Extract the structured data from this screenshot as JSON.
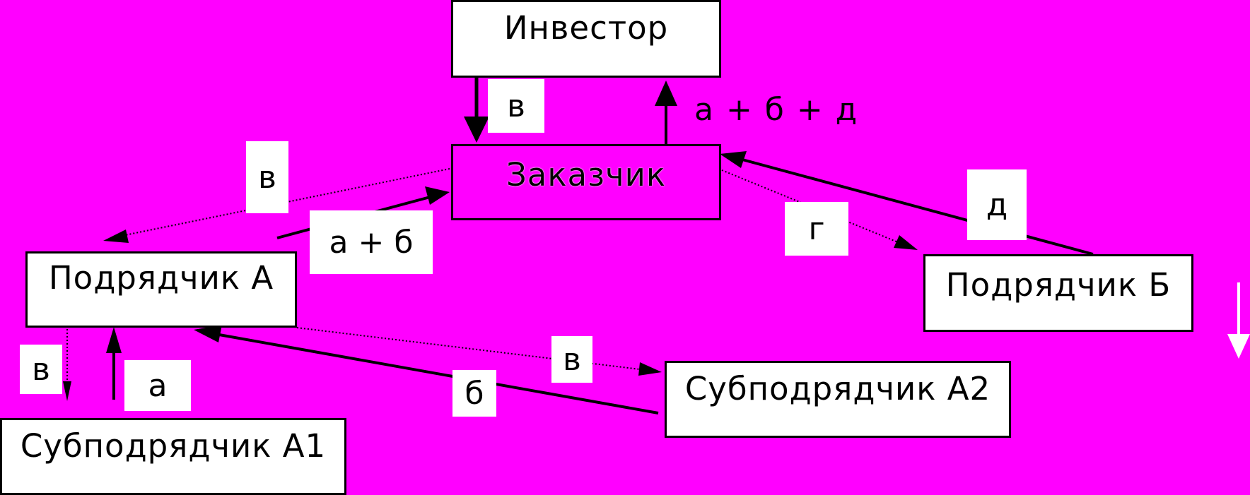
{
  "diagram": {
    "nodes": {
      "investor": "Инвестор",
      "customer": "Заказчик",
      "contractor_a": "Подрядчик А",
      "contractor_b": "Подрядчик Б",
      "sub_a1": "Субподрядчик А1",
      "sub_a2": "Субподрядчик А2"
    },
    "edges": {
      "investor_to_customer": "в",
      "customer_to_investor": "а + б + д",
      "customer_to_contractor_a": "в",
      "contractor_a_to_customer": "а + б",
      "customer_to_contractor_b": "г",
      "contractor_b_to_customer": "д",
      "contractor_a_to_sub_a1": "в",
      "sub_a1_to_contractor_a": "а",
      "sub_a2_to_contractor_a": "б",
      "contractor_a_to_sub_a2": "в"
    },
    "colors": {
      "background": "#FF00FF",
      "box": "#FFFFFF",
      "stroke": "#000000"
    }
  }
}
